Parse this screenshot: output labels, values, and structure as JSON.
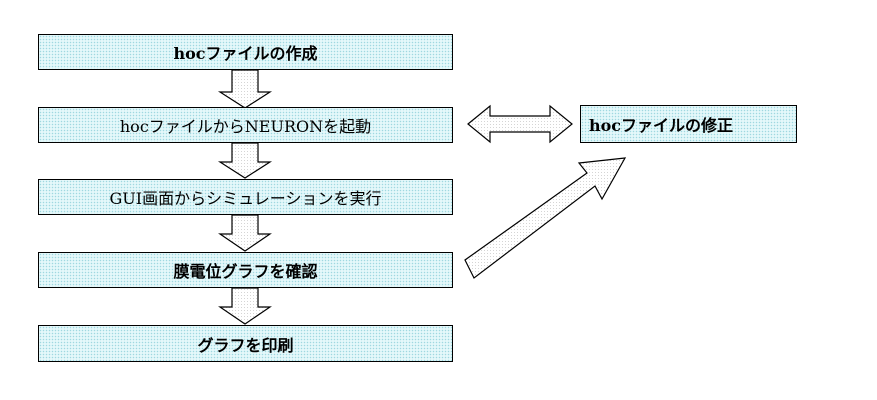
{
  "steps": {
    "create_hoc": "hocファイルの作成",
    "start_neuron": "hocファイルからNEURONを起動",
    "run_simulation": "GUI画面からシミュレーションを実行",
    "check_graph": "膜電位グラフを確認",
    "print_graph": "グラフを印刷"
  },
  "side": {
    "edit_hoc": "hocファイルの修正"
  },
  "colors": {
    "box_fill": "#e4f8fa",
    "box_dots": "#9fd8e0",
    "arrow_fill": "#ffffff",
    "stroke": "#000000"
  },
  "icons": {
    "down_arrow": "block-down-arrow-icon",
    "double_arrow": "left-right-arrow-icon",
    "diagonal_arrow": "diagonal-up-right-arrow-icon"
  }
}
